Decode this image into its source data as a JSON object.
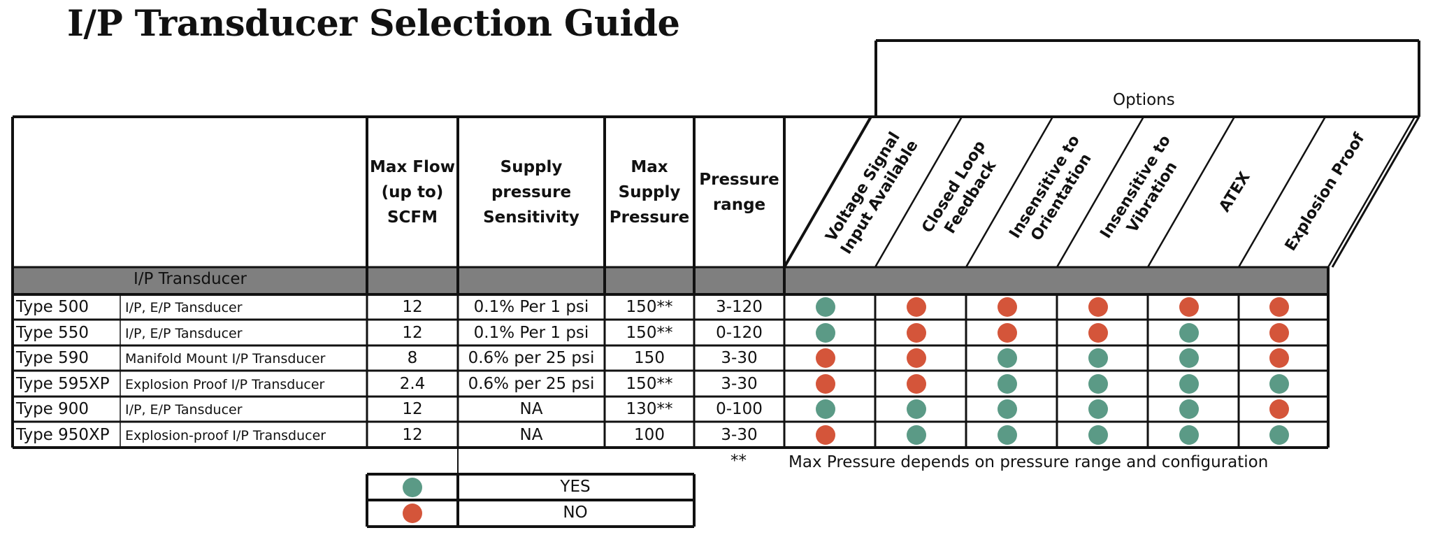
{
  "title": "I/P Transducer Selection Guide",
  "options_label": "Options",
  "group_label": "I/P Transducer",
  "columns": {
    "max_flow": [
      "Max Flow",
      "(up to)",
      "SCFM"
    ],
    "supply_sensitivity": [
      "Supply pressure",
      "Sensitivity"
    ],
    "max_supply": [
      "Max",
      "Supply",
      "Pressure"
    ],
    "pressure_range": [
      "Pressure",
      "range"
    ]
  },
  "options": [
    {
      "lines": [
        "Voltage Signal",
        "Input Available"
      ]
    },
    {
      "lines": [
        "Closed Loop",
        "Feedback"
      ]
    },
    {
      "lines": [
        "Insensitive to",
        "Orientation"
      ]
    },
    {
      "lines": [
        "Insensitive to",
        "Vibration"
      ]
    },
    {
      "lines": [
        "ATEX"
      ]
    },
    {
      "lines": [
        "Explosion Proof"
      ]
    }
  ],
  "rows": [
    {
      "model": "Type 500",
      "description": "I/P, E/P Tansducer",
      "max_flow": "12",
      "sensitivity": "0.1% Per 1 psi",
      "max_supply": "150**",
      "range": "3-120",
      "options": [
        "YES",
        "NO",
        "NO",
        "NO",
        "NO",
        "NO"
      ]
    },
    {
      "model": "Type 550",
      "description": "I/P, E/P Tansducer",
      "max_flow": "12",
      "sensitivity": "0.1% Per 1 psi",
      "max_supply": "150**",
      "range": "0-120",
      "options": [
        "YES",
        "NO",
        "NO",
        "NO",
        "YES",
        "NO"
      ]
    },
    {
      "model": "Type 590",
      "description": "Manifold Mount I/P Transducer",
      "max_flow": "8",
      "sensitivity": "0.6% per 25 psi",
      "max_supply": "150",
      "range": "3-30",
      "options": [
        "NO",
        "NO",
        "YES",
        "YES",
        "YES",
        "NO"
      ]
    },
    {
      "model": "Type 595XP",
      "description": "Explosion Proof I/P Transducer",
      "max_flow": "2.4",
      "sensitivity": "0.6% per 25 psi",
      "max_supply": "150**",
      "range": "3-30",
      "options": [
        "NO",
        "NO",
        "YES",
        "YES",
        "YES",
        "YES"
      ]
    },
    {
      "model": "Type 900",
      "description": "I/P, E/P Tansducer",
      "max_flow": "12",
      "sensitivity": "NA",
      "max_supply": "130**",
      "range": "0-100",
      "options": [
        "YES",
        "YES",
        "YES",
        "YES",
        "YES",
        "NO"
      ]
    },
    {
      "model": "Type 950XP",
      "description": "Explosion-proof I/P Transducer",
      "max_flow": "12",
      "sensitivity": "NA",
      "max_supply": "100",
      "range": "3-30",
      "options": [
        "NO",
        "YES",
        "YES",
        "YES",
        "YES",
        "YES"
      ]
    }
  ],
  "footnote": {
    "mark": "**",
    "text": "Max Pressure depends on pressure range and configuration"
  },
  "legend": [
    {
      "status": "YES",
      "label": "YES"
    },
    {
      "status": "NO",
      "label": "NO"
    }
  ],
  "colors": {
    "yes": "#5b9a86",
    "no": "#d4553a",
    "band": "#7f7f7f"
  }
}
